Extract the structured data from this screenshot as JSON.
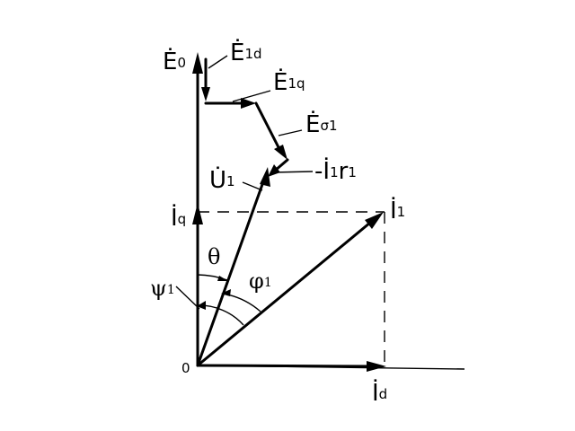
{
  "labels": {
    "e0": {
      "main": "Ė",
      "sub": "0"
    },
    "e1d": {
      "main": "Ė",
      "sub": "1d"
    },
    "e1q": {
      "main": "Ė",
      "sub": "1q"
    },
    "esigma1": {
      "main": "Ė",
      "sub": "σ1"
    },
    "u1": {
      "main": "U̇",
      "sub": "1"
    },
    "i1r1": {
      "prefix": "-İ",
      "sub": "1",
      "mid": "r",
      "sub2": "1"
    },
    "iq": {
      "main": "İ",
      "sub": "q"
    },
    "i1": {
      "main": "İ",
      "sub": "1"
    },
    "id": {
      "main": "İ",
      "sub": "d"
    },
    "origin": "0",
    "theta": "θ",
    "psi1": {
      "main": "ψ",
      "sub": "1"
    },
    "phi1": {
      "main": "φ",
      "sub": "1"
    }
  }
}
